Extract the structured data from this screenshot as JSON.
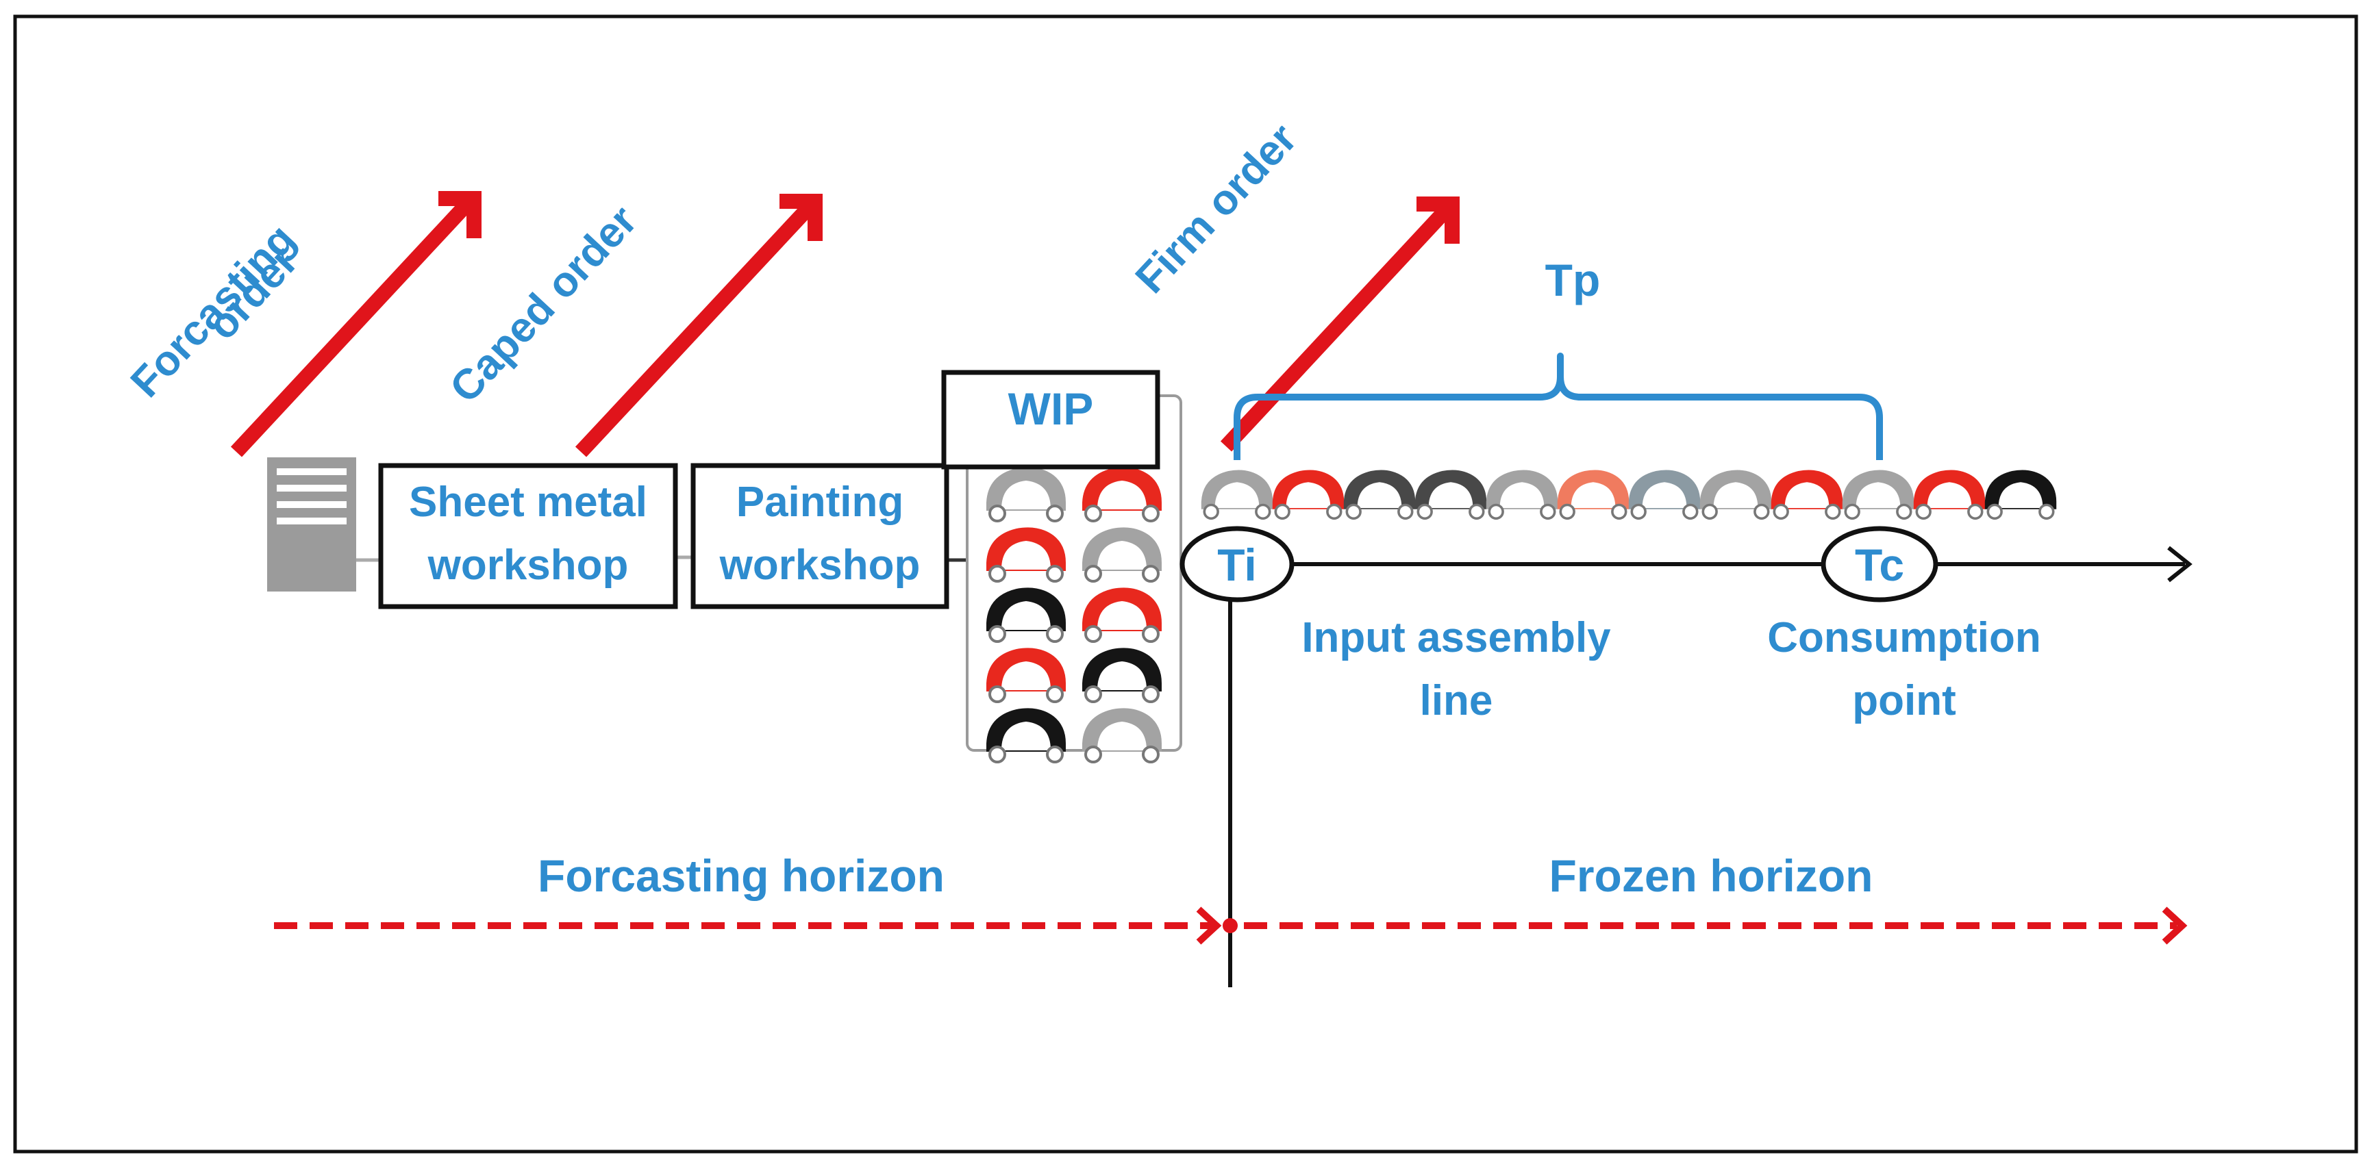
{
  "orders": {
    "forecasting_line1": "Forcasting",
    "forecasting_line2": "order",
    "caped": "Caped order",
    "firm": "Firm order"
  },
  "workshops": {
    "sheet_metal_line1": "Sheet metal",
    "sheet_metal_line2": "workshop",
    "painting_line1": "Painting",
    "painting_line2": "workshop",
    "wip": "WIP"
  },
  "timeline": {
    "tp": "Tp",
    "ti": "Ti",
    "tc": "Tc",
    "input_line1": "Input assembly",
    "input_line2": "line",
    "consumption_line1": "Consumption",
    "consumption_line2": "point"
  },
  "horizons": {
    "forecasting": "Forcasting horizon",
    "frozen": "Frozen  horizon"
  },
  "colors": {
    "label_blue": "#2e8ccf",
    "arrow_red": "#e0141b",
    "car_red": "#e8281e",
    "car_grey": "#a3a3a3",
    "car_black": "#151515",
    "car_dark": "#484848",
    "car_salmon": "#f07b5f",
    "car_bluegrey": "#8b9aa3"
  },
  "wip_cars": [
    "grey",
    "red",
    "red",
    "grey",
    "black",
    "red",
    "red",
    "black",
    "black",
    "grey"
  ],
  "line_cars": [
    "grey",
    "red",
    "dark",
    "dark",
    "grey",
    "salmon",
    "bluegrey",
    "grey",
    "red",
    "grey",
    "red",
    "black"
  ]
}
